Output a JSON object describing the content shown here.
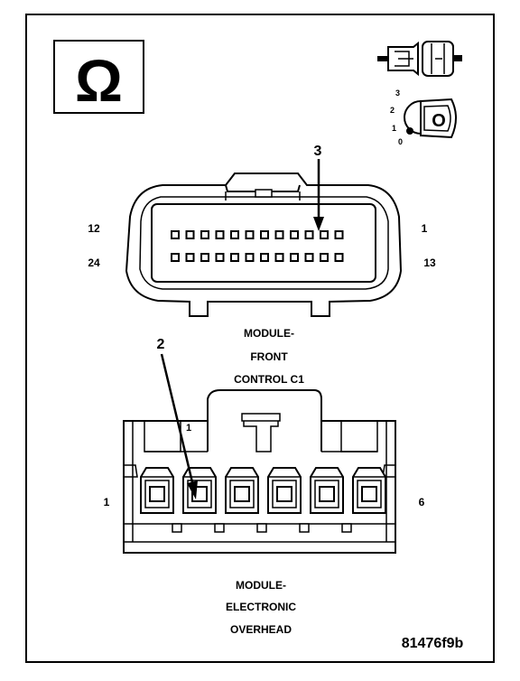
{
  "ohm_symbol": "Ω",
  "ignition": {
    "positions": [
      "3",
      "2",
      "1",
      "0"
    ],
    "key_label": "O"
  },
  "connector_c1": {
    "callout": "3",
    "pin_left_top": "12",
    "pin_left_bottom": "24",
    "pin_right_top": "1",
    "pin_right_bottom": "13",
    "name_lines": [
      "MODULE-",
      "FRONT",
      "CONTROL C1"
    ]
  },
  "connector_overhead": {
    "callout": "2",
    "pin_left": "1",
    "pin_right": "6",
    "latch_mark": "1",
    "name_lines": [
      "MODULE-",
      "ELECTRONIC",
      "OVERHEAD"
    ]
  },
  "figure_id": "81476f9b"
}
